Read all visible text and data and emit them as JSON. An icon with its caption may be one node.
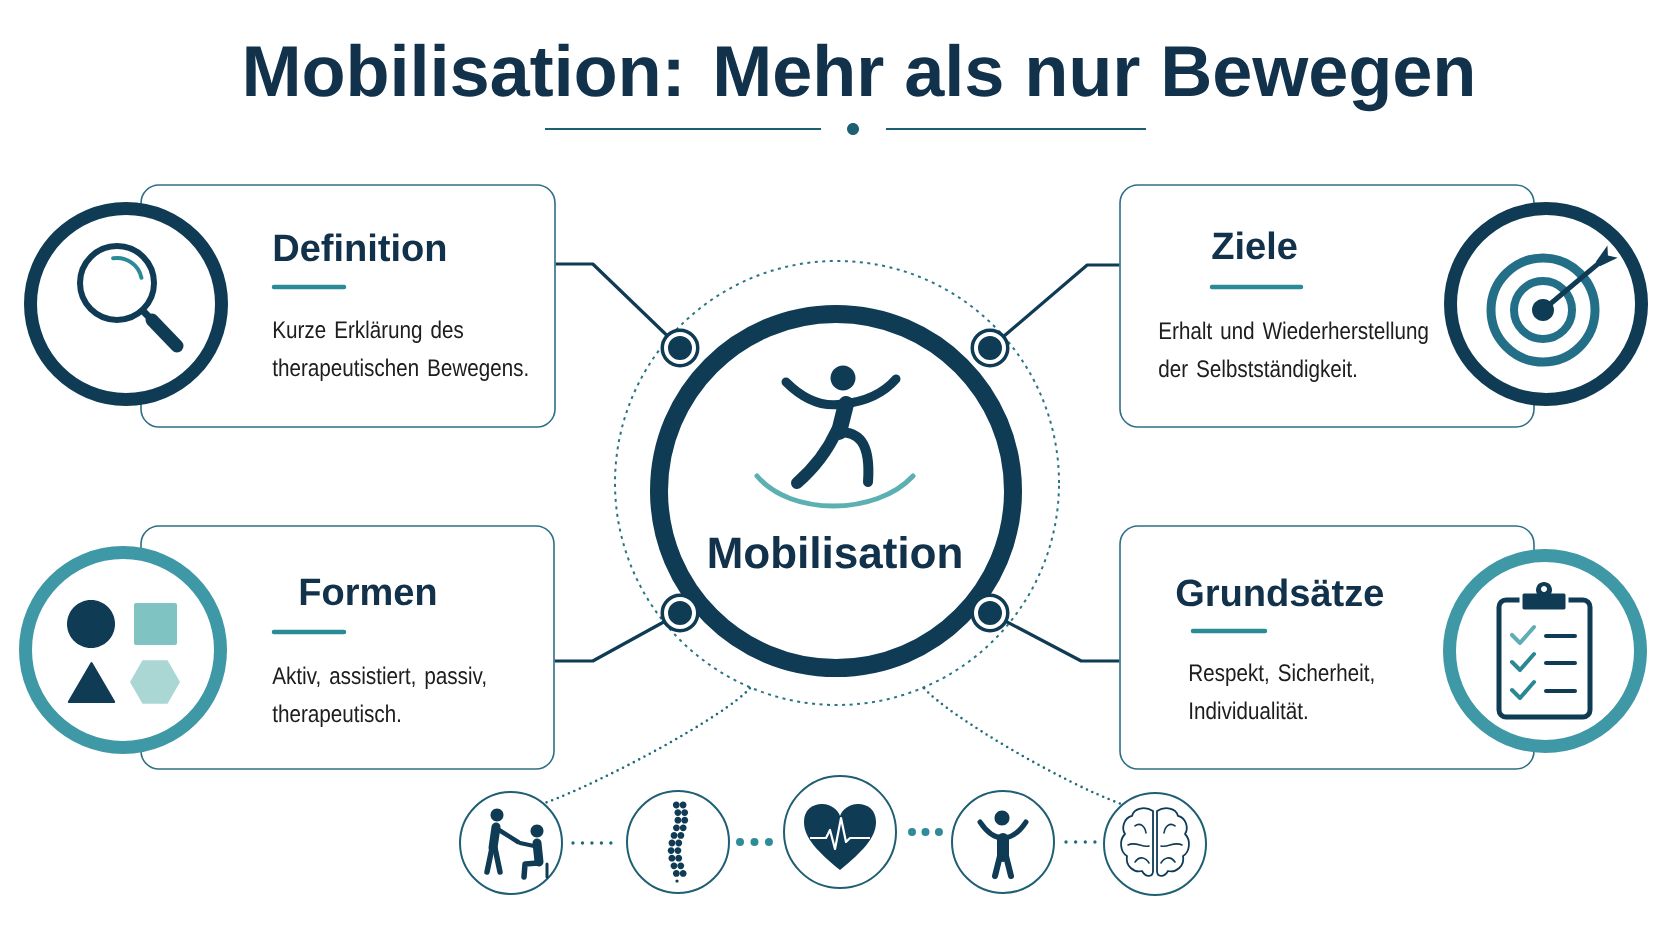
{
  "diagram": {
    "title": "Mobilisation: Mehr als nur Bewegen",
    "nodes": [
      {
        "text": [
          "Definition",
          "Kurze Erklärung des therapeutischen Bewegens."
        ]
      },
      {
        "text": [
          "Ziele",
          "Erhalt und Wiederherstellung der Selbstständigkeit."
        ]
      },
      {
        "text": [],
        "shape": "circle"
      },
      {
        "text": [
          "Mobilisation"
        ],
        "in": 2
      },
      {
        "text": [
          "Formen",
          "Aktiv, assistiert, passiv, therapeutisch."
        ]
      },
      {
        "text": [
          "Grundsätze",
          "Respekt, Sicherheit, Individualität."
        ]
      },
      {
        "text": [],
        "shape": "picture"
      },
      {
        "text": [],
        "shape": "picture"
      },
      {
        "text": [],
        "shape": "picture"
      },
      {
        "text": [],
        "shape": "picture"
      },
      {
        "text": [],
        "shape": "picture"
      }
    ],
    "edges": [
      {
        "from": 0,
        "to": 3,
        "arrow": "other"
      },
      {
        "from": 1,
        "to": 3,
        "arrow": "other"
      },
      {
        "from": 4,
        "to": 3,
        "arrow": "other"
      },
      {
        "from": 5,
        "to": 3,
        "arrow": "other"
      },
      {
        "from": 2,
        "to": 6,
        "arrow": "none",
        "style": "dashed",
        "color": "#1f6b7a"
      },
      {
        "from": 2,
        "to": 10,
        "arrow": "none",
        "style": "dashed",
        "color": "#1f6b7a"
      },
      {
        "from": 6,
        "to": 7,
        "arrow": "none",
        "style": "dashed",
        "color": "#1f6b7a"
      },
      {
        "from": 7,
        "to": 8,
        "arrow": "none",
        "style": "dashed",
        "color": "#2e8c99"
      },
      {
        "from": 8,
        "to": 9,
        "arrow": "none",
        "style": "dashed",
        "color": "#2e8c99"
      },
      {
        "from": 9,
        "to": 10,
        "arrow": "none",
        "style": "dashed",
        "color": "#1f6b7a"
      }
    ]
  }
}
